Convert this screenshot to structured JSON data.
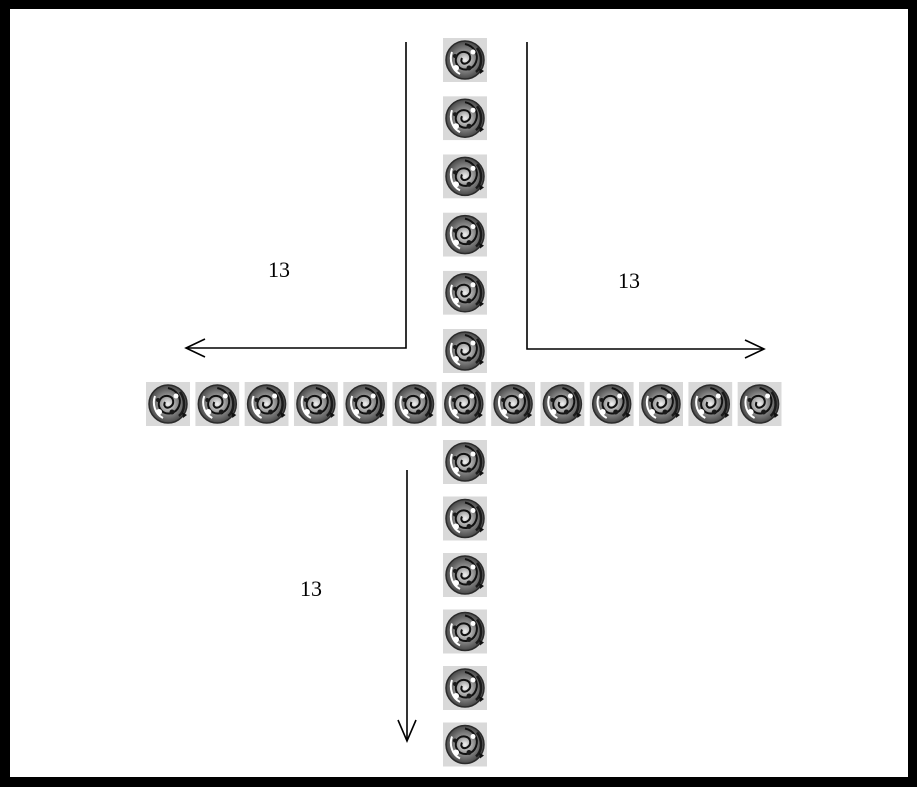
{
  "labels": {
    "left_count": "13",
    "right_count": "13",
    "down_count": "13"
  },
  "tiles": {
    "vertical_above_count": 6,
    "horizontal_count": 13,
    "vertical_below_count": 6,
    "icon": "rose-tile-icon"
  },
  "colors": {
    "border": "#000000",
    "background": "#ffffff",
    "arrow": "#000000"
  }
}
